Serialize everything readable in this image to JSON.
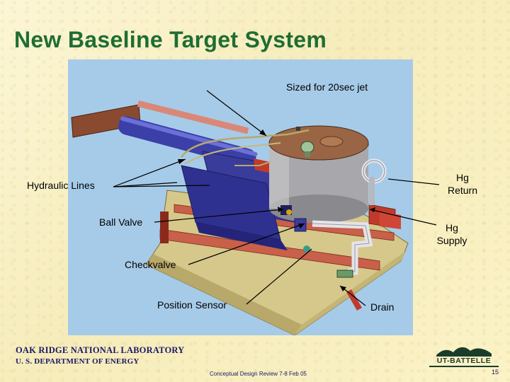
{
  "slide": {
    "title": "New Baseline Target System",
    "caption_top": "Sized for 20sec jet",
    "labels": {
      "hydraulic_lines": "Hydraulic Lines",
      "hg_return_line1": "Hg",
      "hg_return_line2": "Return",
      "ball_valve": "Ball Valve",
      "hg_supply_line1": "Hg",
      "hg_supply_line2": "Supply",
      "checkvalve": "Checkvalve",
      "position_sensor": "Position Sensor",
      "drain": "Drain"
    }
  },
  "footer": {
    "ornl_line1": "OAK RIDGE NATIONAL LABORATORY",
    "ornl_line2": "U. S. DEPARTMENT OF ENERGY",
    "review": "Conceptual Design Review 7-8 Feb 05",
    "page_number": "15",
    "logo_text": "UT-BATTELLE"
  },
  "colors": {
    "title": "#1f6d33",
    "background": "#fbf3c9",
    "diagram_bg": "#a6cbe8",
    "footer_text": "#1a1a66"
  }
}
